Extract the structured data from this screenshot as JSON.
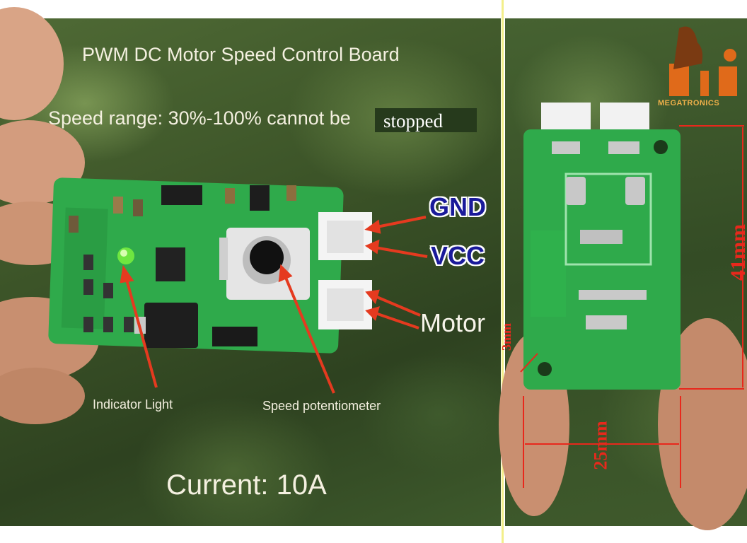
{
  "labels": {
    "title": "PWM DC Motor Speed Control Board",
    "speed_range": "Speed range: 30%-100% cannot be",
    "stopped": "stopped",
    "current": "Current: 10A",
    "gnd": "GND",
    "vcc": "VCC",
    "motor": "Motor",
    "indicator": "Indicator Light",
    "potentiometer": "Speed potentiometer"
  },
  "dimensions": {
    "height": "41mm",
    "width": "25mm",
    "hole": "3mm"
  },
  "logo": {
    "brand": "MEGATRONICS",
    "icon": "goat-logo-icon"
  },
  "colors": {
    "pcb": "#2faa4b",
    "arrow": "#e53a1f",
    "gnd_vcc": "#1a1a9a",
    "divider": "#f3ef8a",
    "dimension": "#e8281c",
    "logo": "#f1b14a"
  }
}
